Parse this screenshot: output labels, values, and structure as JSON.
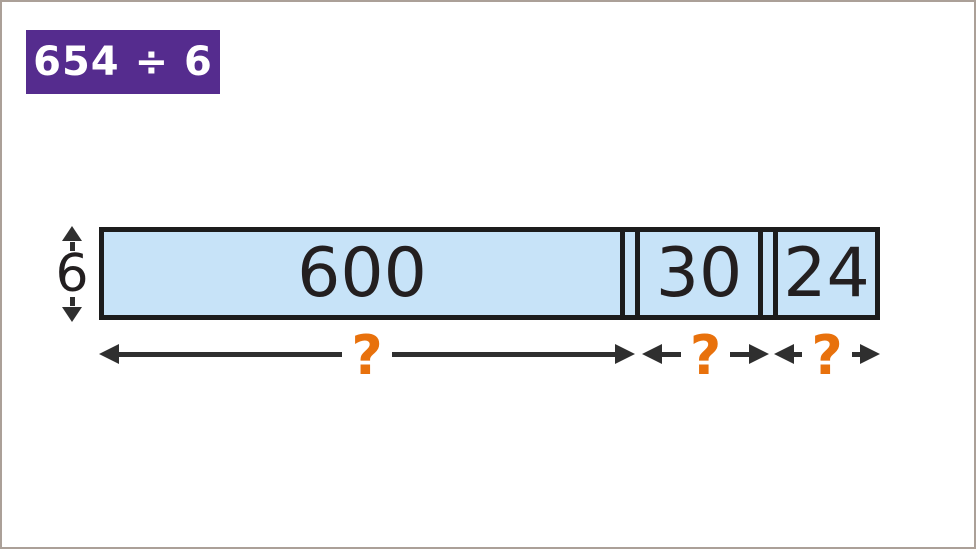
{
  "badge": {
    "label": "654 ÷ 6"
  },
  "divisor": {
    "value": "6"
  },
  "bar": {
    "segments": [
      {
        "value": "600"
      },
      {
        "value": "30"
      },
      {
        "value": "24"
      }
    ]
  },
  "measure_spans": [
    {
      "label": "?"
    },
    {
      "label": "?"
    },
    {
      "label": "?"
    }
  ],
  "colors": {
    "accent_purple": "#552c8e",
    "bar_fill": "#c7e3f8",
    "bar_border": "#1c1c1c",
    "arrow": "#2f2f2f",
    "question_orange": "#e8710c",
    "badge_text": "#ffffff",
    "number_text": "#231f20",
    "frame_border": "#aba098"
  }
}
